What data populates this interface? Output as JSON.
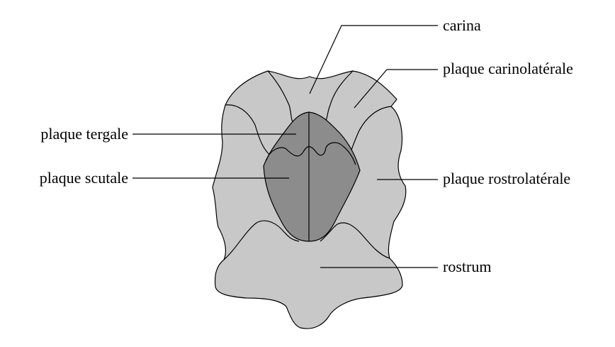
{
  "labels": {
    "carina": "carina",
    "carinolateral": "plaque carinolatérale",
    "tergal": "plaque tergale",
    "scutal": "plaque scutale",
    "rostrolateral": "plaque rostrolatérale",
    "rostrum": "rostrum"
  },
  "colors": {
    "background": "#ffffff",
    "outer_plates": "#c8c8c8",
    "opercular_plates": "#8c8c8c",
    "lines": "#000000"
  }
}
